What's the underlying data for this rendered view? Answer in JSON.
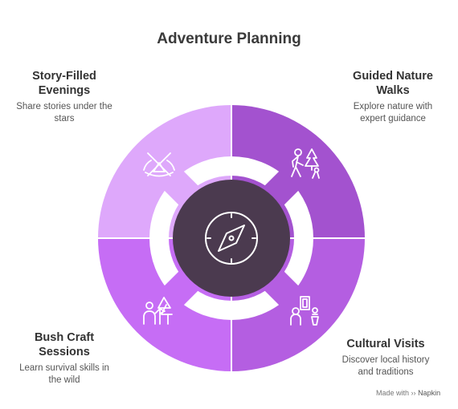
{
  "title": "Adventure Planning",
  "colors": {
    "top_left": "#dea8fb",
    "top_right": "#a352cf",
    "bottom_left": "#c66df5",
    "bottom_right": "#b45ee1",
    "center": "#4b3a4f",
    "icon_stroke": "#ffffff"
  },
  "segments": {
    "top_left": {
      "heading": "Story-Filled Evenings",
      "heading_line1": "Story-Filled",
      "heading_line2": "Evenings",
      "desc_line1": "Share stories under the",
      "desc_line2": "stars",
      "icon": "tent-campfire-icon"
    },
    "top_right": {
      "heading_line1": "Guided Nature",
      "heading_line2": "Walks",
      "desc_line1": "Explore nature with",
      "desc_line2": "expert guidance",
      "icon": "hikers-tree-icon"
    },
    "bottom_left": {
      "heading_line1": "Bush Craft",
      "heading_line2": "Sessions",
      "desc_line1": "Learn survival skills in",
      "desc_line2": "the wild",
      "icon": "person-tree-flag-icon"
    },
    "bottom_right": {
      "heading_line1": "Cultural Visits",
      "desc_line1": "Discover local history",
      "desc_line2": "and traditions",
      "icon": "museum-visitor-icon"
    }
  },
  "center_icon": "compass-icon",
  "footer": {
    "made_with": "Made with",
    "brand": "Napkin"
  }
}
